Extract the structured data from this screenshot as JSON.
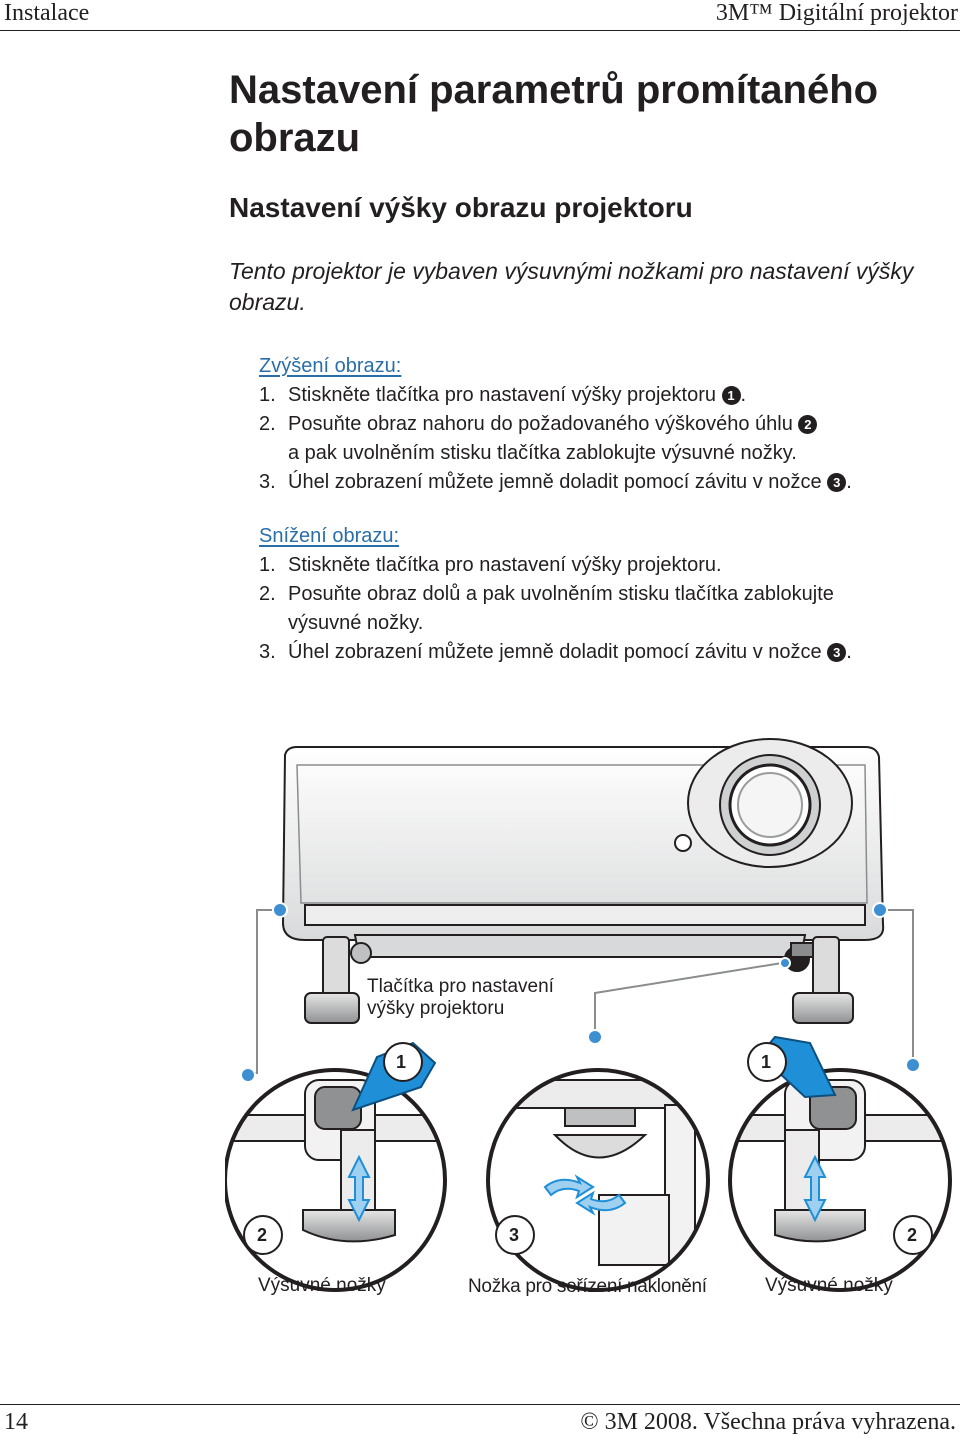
{
  "header": {
    "section": "Instalace",
    "product": "3M™ Digitální projektor"
  },
  "title": "Nastavení parametrů promítaného obrazu",
  "subtitle": "Nastavení výšky obrazu projektoru",
  "intro": "Tento projektor je vybaven výsuvnými nožkami pro nastavení výšky obrazu.",
  "raise": {
    "heading": "Zvýšení obrazu:",
    "steps": [
      {
        "num": "1.",
        "text": "Stiskněte tlačítka pro nastavení výšky projektoru",
        "badge": "1",
        "after": "."
      },
      {
        "num": "2.",
        "text": "Posuňte obraz nahoru do požadovaného výškového úhlu",
        "badge": "2",
        "cont": "a pak uvolněním stisku tlačítka zablokujte výsuvné nožky."
      },
      {
        "num": "3.",
        "text": "Úhel zobrazení můžete jemně doladit pomocí závitu v nožce",
        "badge": "3",
        "after": "."
      }
    ]
  },
  "lower": {
    "heading": "Snížení obrazu:",
    "steps": [
      {
        "num": "1.",
        "text": "Stiskněte tlačítka pro nastavení výšky projektoru."
      },
      {
        "num": "2.",
        "text": "Posuňte obraz dolů a pak uvolněním stisku tlačítka zablokujte",
        "cont": "výsuvné nožky."
      },
      {
        "num": "3.",
        "text": "Úhel zobrazení můžete jemně doladit pomocí závitu v nožce",
        "badge": "3",
        "after": "."
      }
    ]
  },
  "figure": {
    "buttons_label_line1": "Tlačítka pro nastavení",
    "buttons_label_line2": "výšky projektoru",
    "marker_1": "1",
    "marker_2": "2",
    "marker_3": "3",
    "caption_left": "Výsuvné nožky",
    "caption_center": "Nožka pro seřízení naklonění",
    "caption_right": "Výsuvné nožky",
    "callout_color": "#3d8fd1"
  },
  "footer": {
    "page": "14",
    "copyright": "© 3M 2008. Všechna práva vyhrazena."
  }
}
